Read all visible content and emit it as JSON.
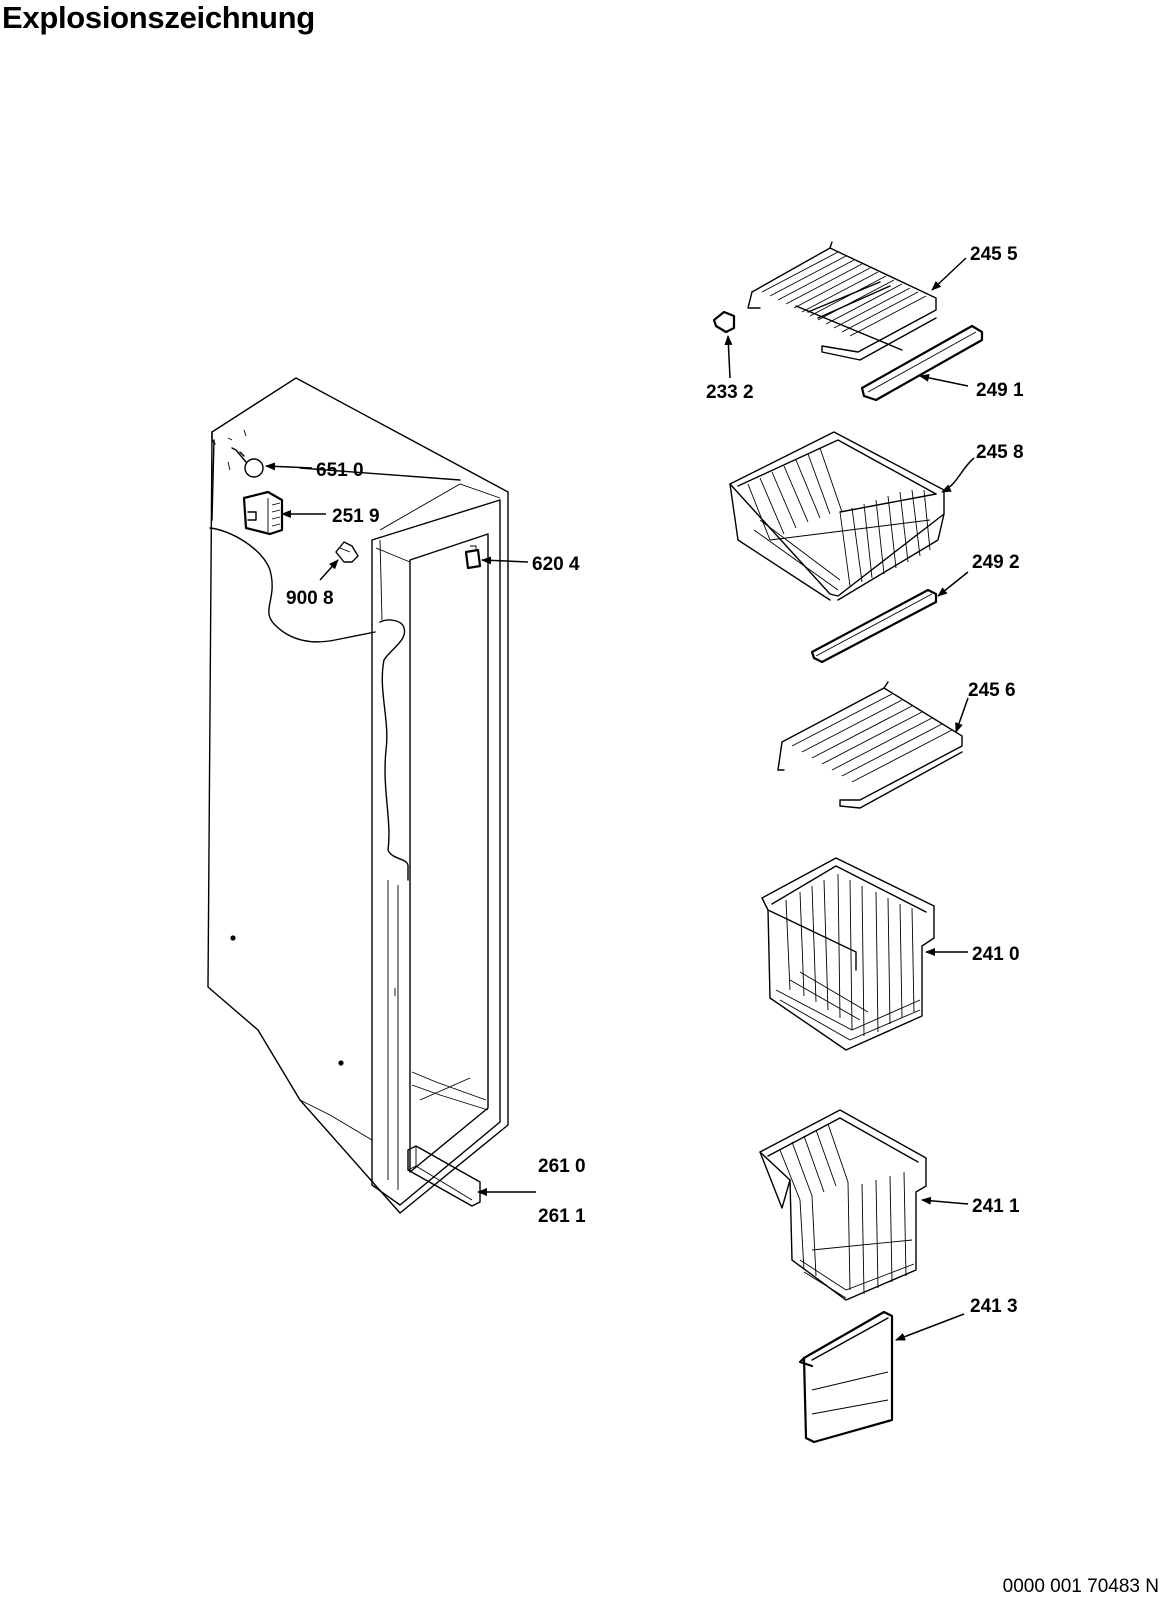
{
  "header": {
    "title": "Explosionszeichnung"
  },
  "footer": {
    "document_number": "0000 001 70483 N"
  },
  "callouts": {
    "c2455": "245 5",
    "c2332": "233 2",
    "c2491": "249 1",
    "c2458": "245 8",
    "c2492": "249 2",
    "c2456": "245 6",
    "c2410": "241 0",
    "c2411": "241 1",
    "c2413": "241 3",
    "c6510": "651 0",
    "c2519": "251 9",
    "c9008": "900 8",
    "c6204": "620 4",
    "c2610": "261 0",
    "c2611": "261 1"
  }
}
